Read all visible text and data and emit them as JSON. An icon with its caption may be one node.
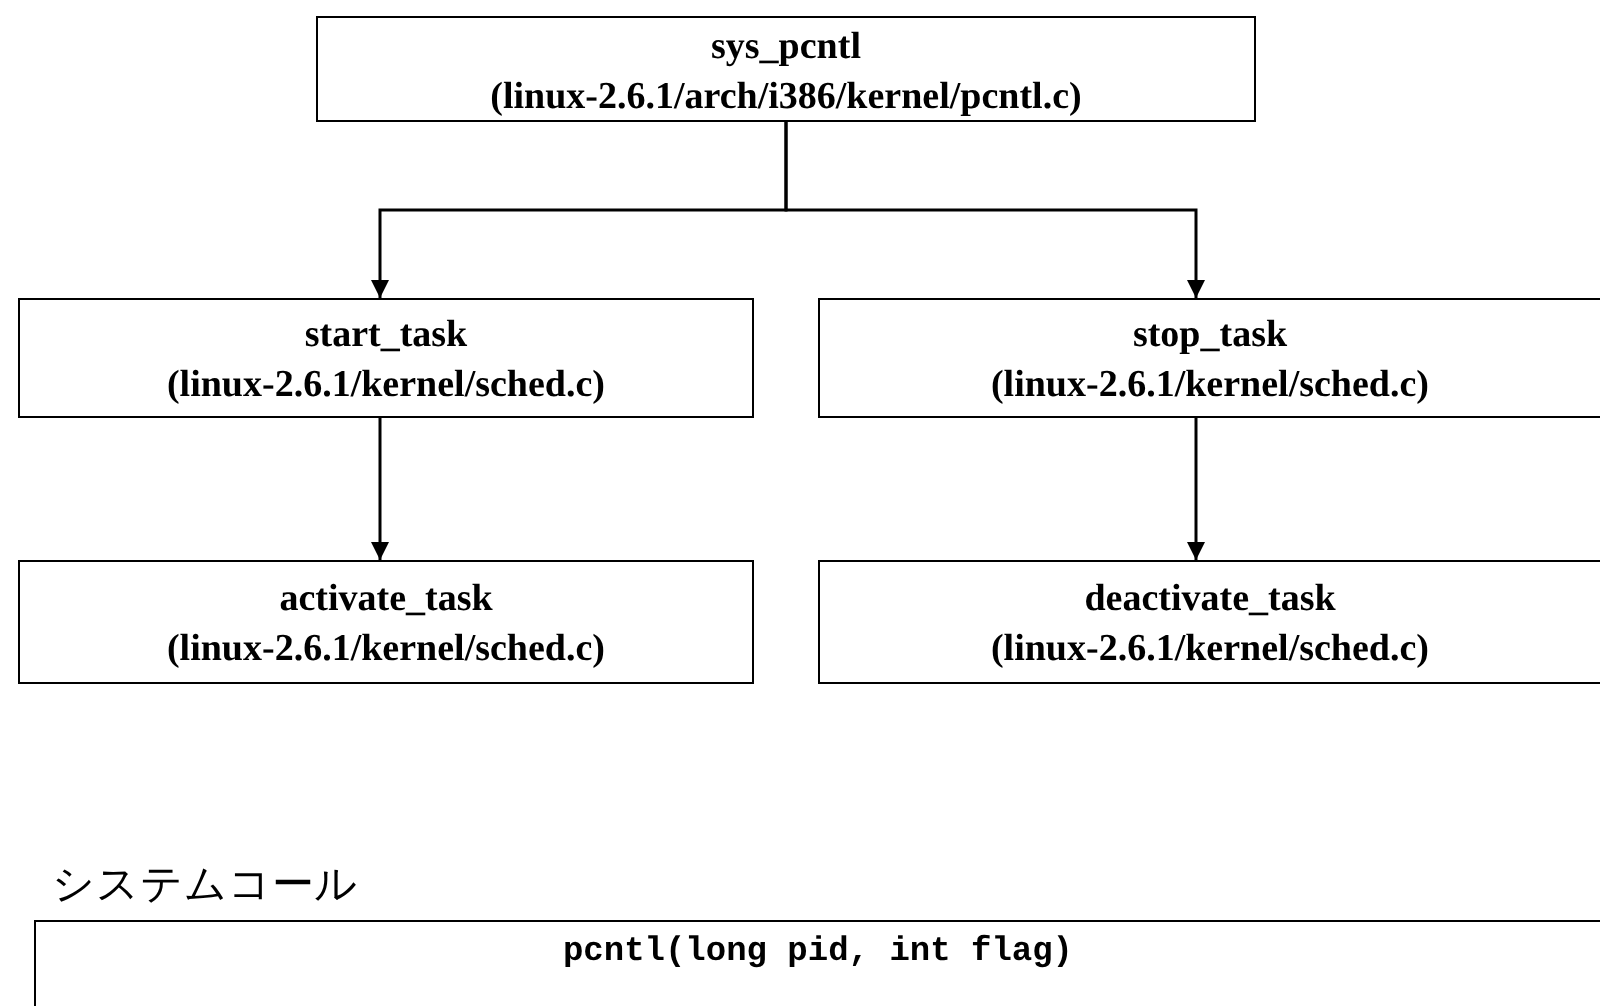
{
  "diagram": {
    "nodes": [
      {
        "text": [
          "sys_pcntl",
          "(linux-2.6.1/arch/i386/kernel/pcntl.c)"
        ]
      },
      {
        "text": [
          "start_task",
          "(linux-2.6.1/kernel/sched.c)"
        ]
      },
      {
        "text": [
          "stop_task",
          "(linux-2.6.1/kernel/sched.c)"
        ]
      },
      {
        "text": [
          "activate_task",
          "(linux-2.6.1/kernel/sched.c)"
        ]
      },
      {
        "text": [
          "deactivate_task",
          "(linux-2.6.1/kernel/sched.c)"
        ]
      },
      {
        "text": [
          "システムコール",
          "pcntl(long pid, int flag)"
        ]
      }
    ],
    "edges": [
      {
        "from": 0,
        "to": 1,
        "arrow": "to"
      },
      {
        "from": 0,
        "to": 2,
        "arrow": "to"
      },
      {
        "from": 1,
        "to": 3,
        "arrow": "to"
      },
      {
        "from": 2,
        "to": 4,
        "arrow": "to"
      }
    ]
  }
}
